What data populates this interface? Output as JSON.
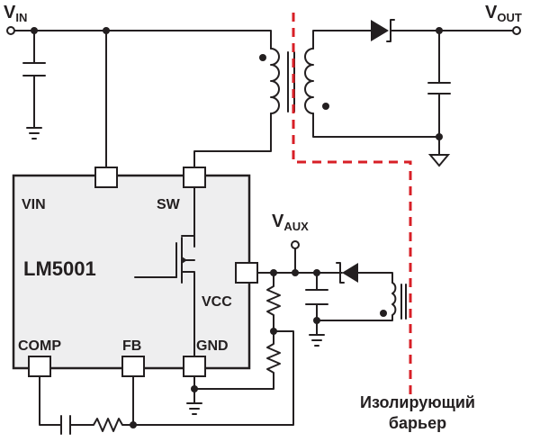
{
  "colors": {
    "wire": "#231f20",
    "ic_fill": "#eeeeef",
    "barrier": "#d71f26"
  },
  "labels": {
    "vin_main": "V",
    "vin_sub": "IN",
    "vout_main": "V",
    "vout_sub": "OUT",
    "vaux_main": "V",
    "vaux_sub": "AUX",
    "barrier_line1": "Изолирующий",
    "barrier_line2": "барьер"
  },
  "ic": {
    "part": "LM5001",
    "pins": {
      "vin": "VIN",
      "sw": "SW",
      "vcc": "VCC",
      "comp": "COMP",
      "fb": "FB",
      "gnd": "GND"
    }
  }
}
